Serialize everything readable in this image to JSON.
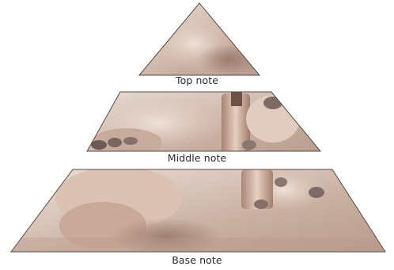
{
  "pyramid": {
    "tiers": [
      {
        "id": "top",
        "label": "Top note"
      },
      {
        "id": "middle",
        "label": "Middle note"
      },
      {
        "id": "base",
        "label": "Base note"
      }
    ]
  }
}
